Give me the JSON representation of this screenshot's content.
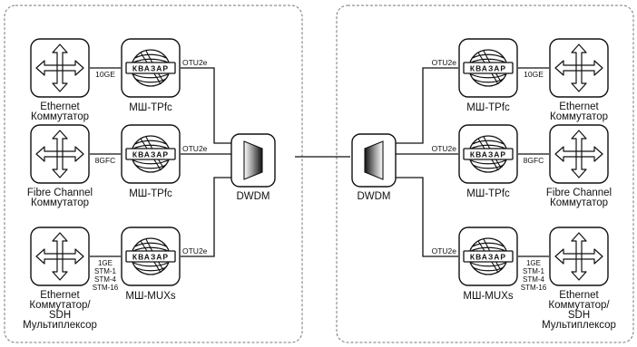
{
  "colors": {
    "stroke": "#111111",
    "region_border": "#777777",
    "background": "#ffffff"
  },
  "icons": {
    "switch": "four-way-arrows-icon",
    "transponder": "kvazar-globe-logo-icon",
    "dwdm": "trapezoid-mux-icon"
  },
  "left": {
    "rows": [
      {
        "switch_label": [
          "Ethernet",
          "Коммутатор"
        ],
        "client_port": "10GE",
        "device_label": "МШ-ТРfc",
        "line_port": "OTU2e"
      },
      {
        "switch_label": [
          "Fibre Channel",
          "Коммутатор"
        ],
        "client_port": "8GFC",
        "device_label": "МШ-ТРfc",
        "line_port": "OTU2e"
      },
      {
        "switch_label": [
          "Ethernet",
          "Коммутатор/",
          "SDH",
          "Мультиплексор"
        ],
        "client_ports": [
          "1GE",
          "STM-1",
          "STM-4",
          "STM-16"
        ],
        "device_label": "МШ-MUXs",
        "line_port": "OTU2e"
      }
    ],
    "dwdm_label": "DWDM"
  },
  "right": {
    "rows": [
      {
        "switch_label": [
          "Ethernet",
          "Коммутатор"
        ],
        "client_port": "10GE",
        "device_label": "МШ-ТРfc",
        "line_port": "OTU2e"
      },
      {
        "switch_label": [
          "Fibre Channel",
          "Коммутатор"
        ],
        "client_port": "8GFC",
        "device_label": "МШ-ТРfc",
        "line_port": "OTU2e"
      },
      {
        "switch_label": [
          "Ethernet",
          "Коммутатор/",
          "SDH",
          "Мультиплексор"
        ],
        "client_ports": [
          "1GE",
          "STM-1",
          "STM-4",
          "STM-16"
        ],
        "device_label": "МШ-MUXs",
        "line_port": "OTU2e"
      }
    ],
    "dwdm_label": "DWDM"
  },
  "logo_text": "КВАЗАР"
}
